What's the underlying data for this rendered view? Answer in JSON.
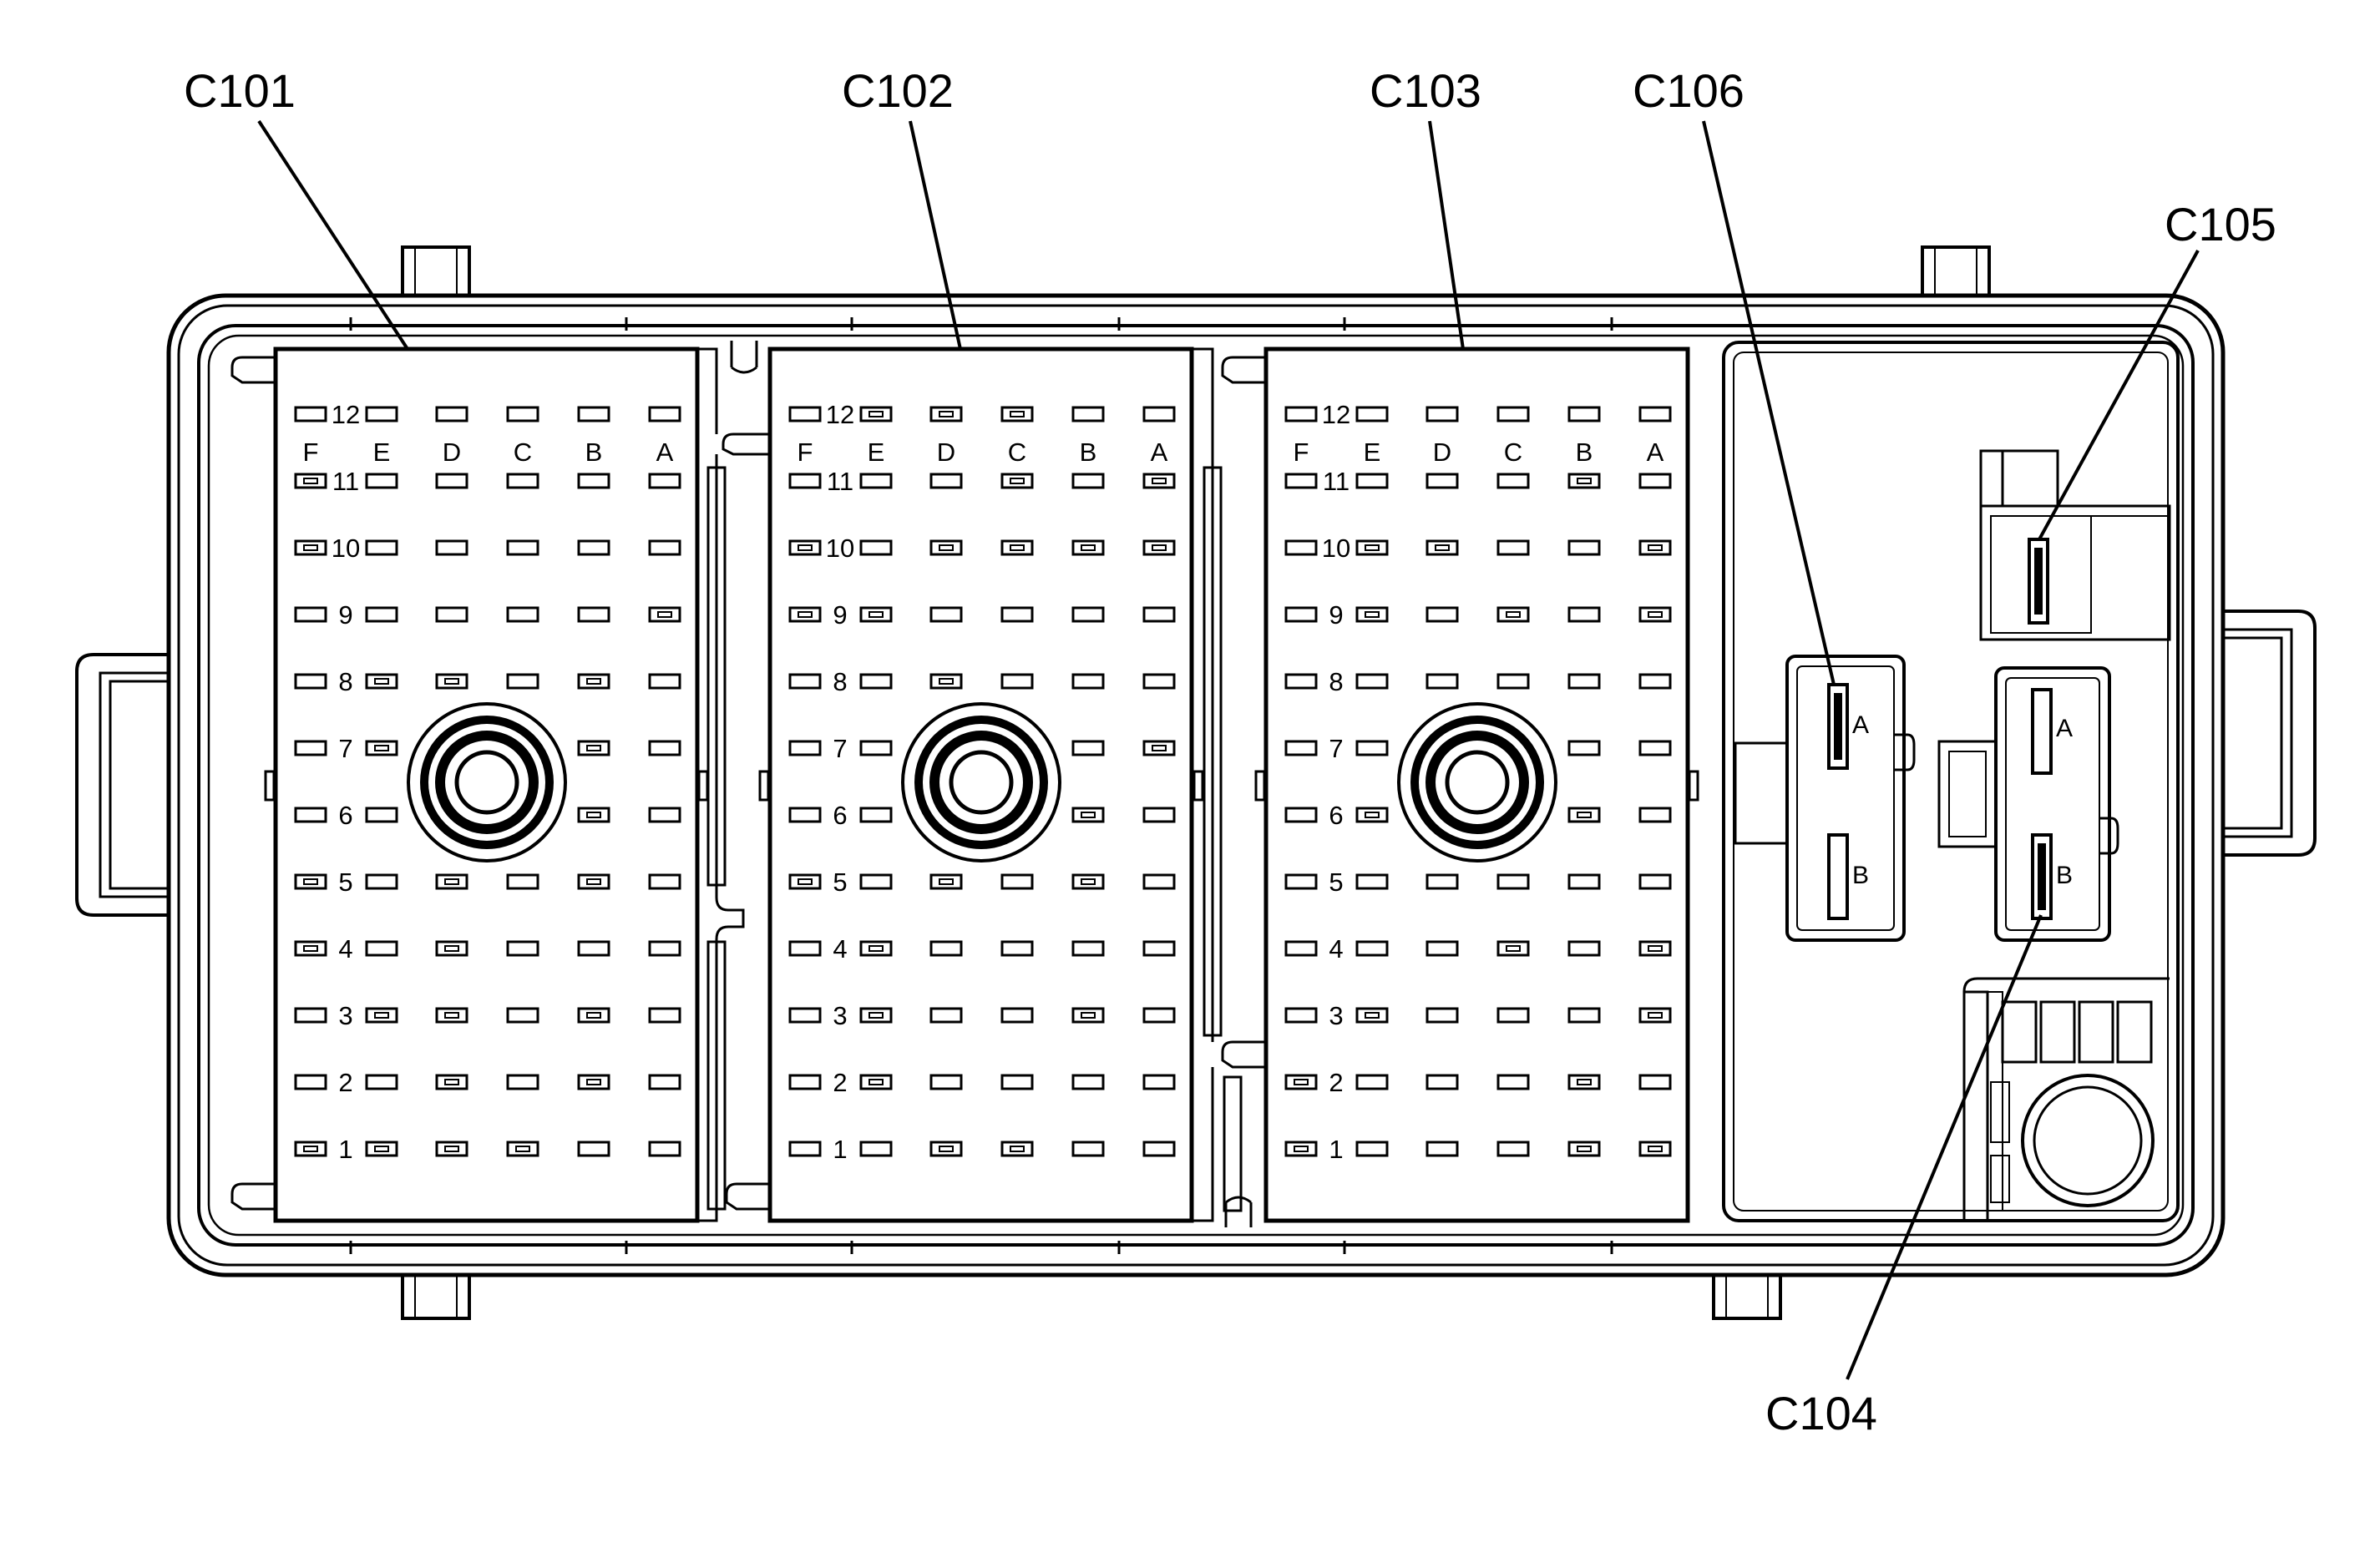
{
  "callouts": {
    "c101": "C101",
    "c102": "C102",
    "c103": "C103",
    "c106": "C106",
    "c105": "C105",
    "c104": "C104"
  },
  "connector_block": {
    "column_labels": [
      "F",
      "E",
      "D",
      "C",
      "B",
      "A"
    ],
    "row_labels": [
      "12",
      "11",
      "10",
      "9",
      "8",
      "7",
      "6",
      "5",
      "4",
      "3",
      "2",
      "1"
    ]
  },
  "side_connectors": {
    "c106": {
      "pins": [
        "A",
        "B"
      ]
    },
    "c104": {
      "pins": [
        "A",
        "B"
      ]
    }
  },
  "colors": {
    "line": "#000000",
    "background": "#ffffff"
  }
}
